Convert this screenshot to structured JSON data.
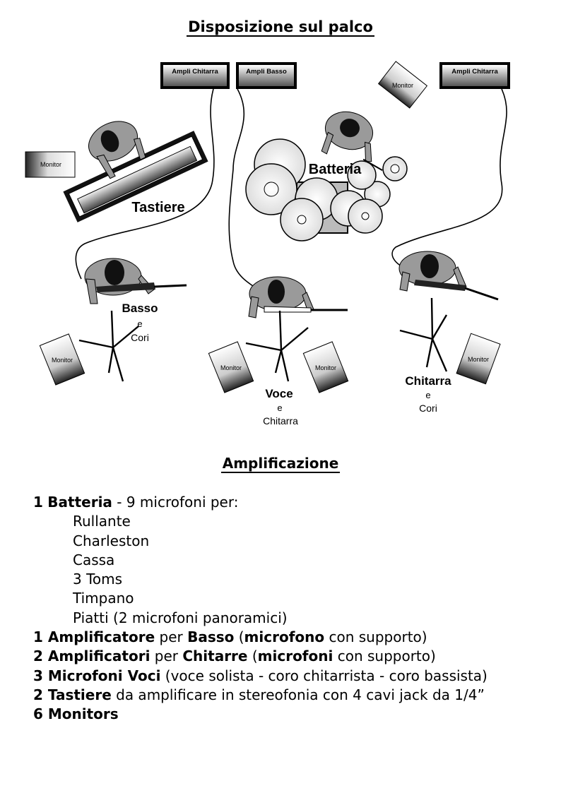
{
  "stage_title": "Disposizione sul palco",
  "diagram": {
    "amp_guitar_left": "Ampli Chitarra",
    "amp_bass": "Ampli Basso",
    "amp_guitar_right": "Ampli Chitarra",
    "monitor_label": "Monitor",
    "drums_label": "Batteria",
    "keys_label": "Tastiere",
    "bass_label": "Basso",
    "bass_e": "e",
    "bass_cori": "Cori",
    "voice_label": "Voce",
    "voice_e": "e",
    "voice_chitarra": "Chitarra",
    "guitar_label": "Chitarra",
    "guitar_e": "e",
    "guitar_cori": "Cori"
  },
  "amp_title": "Amplificazione",
  "list": {
    "drums": {
      "count": "1",
      "name": "Batteria",
      "rest": " - 9 microfoni per:"
    },
    "drum_items": [
      "Rullante",
      "Charleston",
      "Cassa",
      "3 Toms",
      "Timpano",
      "Piatti (2 microfoni panoramici)"
    ],
    "bass": {
      "lead": "1 Amplificatore",
      "per": " per ",
      "name": "Basso",
      "open": " (",
      "mic": "microfono",
      "close": " con supporto)"
    },
    "guitars": {
      "lead": "2 Amplificatori",
      "per": " per ",
      "name": "Chitarre",
      "open": " (",
      "mic": "microfoni",
      "close": " con supporto)"
    },
    "voices": {
      "lead": "3 Microfoni Voci",
      "rest": " (voce solista - coro chitarrista - coro bassista)"
    },
    "keys": {
      "lead": "2 Tastiere",
      "rest": " da amplificare in stereofonia con 4 cavi jack da 1/4”"
    },
    "monitors": {
      "lead": "6 Monitors"
    }
  }
}
